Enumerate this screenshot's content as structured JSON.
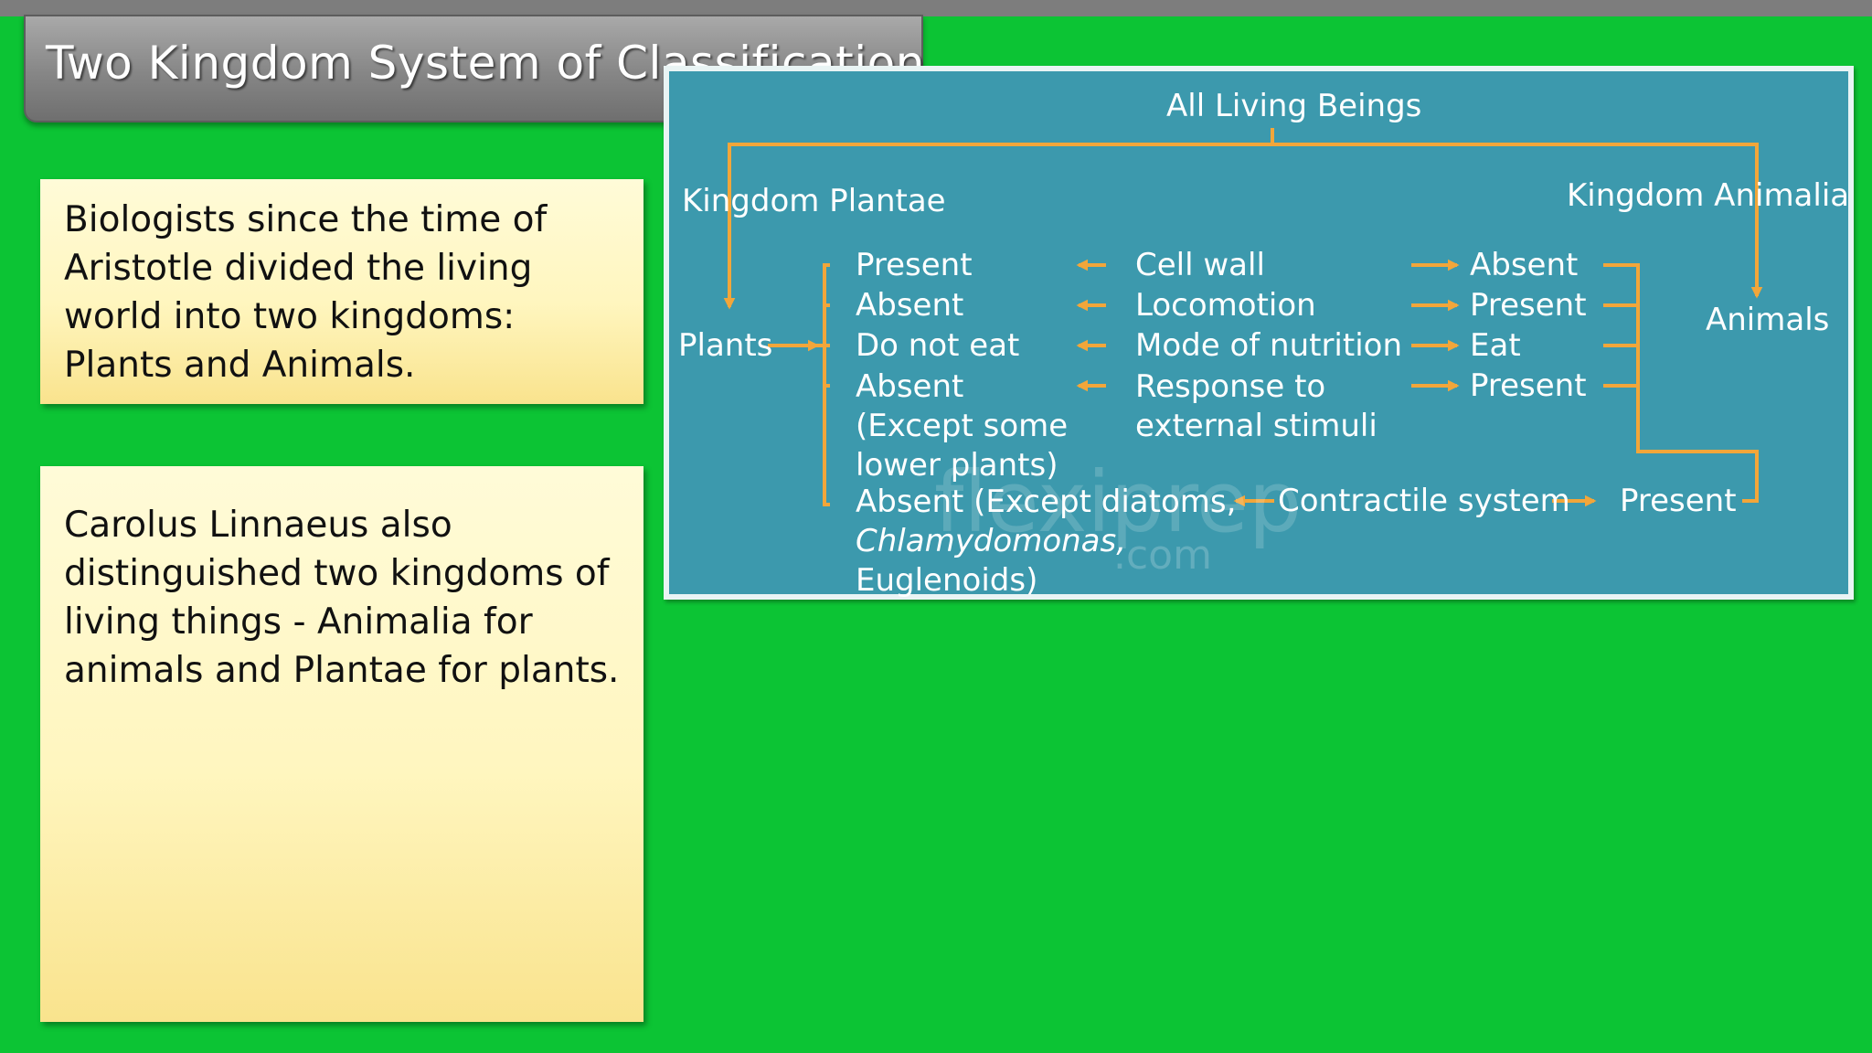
{
  "title": "Two Kingdom System of Classification",
  "notes": {
    "note1": "Biologists since the time of Aristotle divided the living world into two kingdoms: Plants and Animals.",
    "note2": "Carolus Linnaeus also distinguished two kingdoms of living things -  Animalia for animals and Plantae for plants."
  },
  "diagram": {
    "root": "All Living Beings",
    "plantae": "Kingdom Plantae",
    "animalia": "Kingdom Animalia",
    "plants": "Plants",
    "animals": "Animals",
    "characteristics": [
      "Cell wall",
      "Locomotion",
      "Mode of nutrition",
      "Response to external stimuli",
      "Contractile system"
    ],
    "plant_values": [
      "Present",
      "Absent",
      "Do not eat",
      "Absent (Except some lower plants)"
    ],
    "plant_contractile": {
      "prefix": "Absent (Except diatoms,",
      "italic": "Chlamydomonas,",
      "suffix": "Euglenoids)"
    },
    "animal_values": [
      "Absent",
      "Present",
      "Eat",
      "Present",
      "Present"
    ],
    "watermark": "flexiprep",
    "watermark_domain": ".com",
    "colors": {
      "arrow": "#f2a63a",
      "panel": "#3c99ad",
      "background": "#0cc434"
    }
  }
}
